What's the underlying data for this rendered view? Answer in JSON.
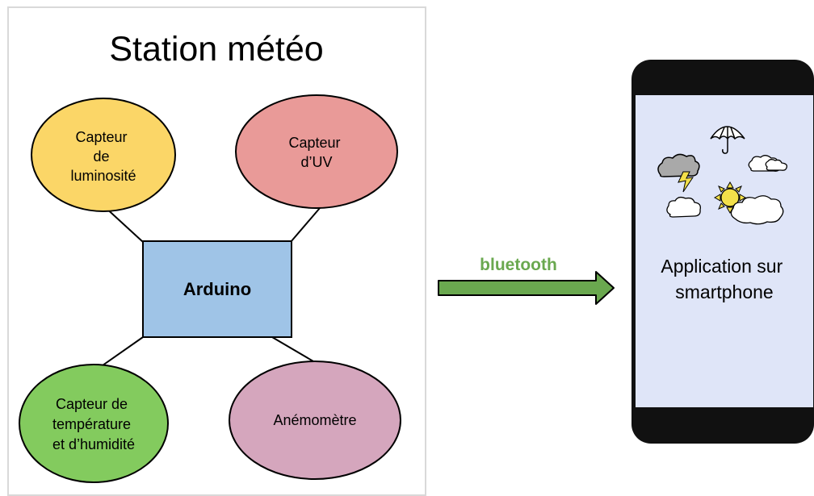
{
  "station": {
    "title": "Station météo",
    "hub": "Arduino",
    "sensors": [
      {
        "lines": [
          "Capteur",
          "de",
          "luminosité"
        ],
        "color": "#fbd667"
      },
      {
        "lines": [
          "Capteur",
          "d’UV"
        ],
        "color": "#e99a98"
      },
      {
        "lines": [
          "Capteur de",
          "température",
          "et d’humidité"
        ],
        "color": "#83cb5e"
      },
      {
        "lines": [
          "Anémomètre"
        ],
        "color": "#d5a6bd"
      }
    ],
    "hub_color": "#9fc4e7"
  },
  "link": {
    "label": "bluetooth",
    "color": "#6aa84f"
  },
  "phone": {
    "lines": [
      "Application sur",
      "smartphone"
    ],
    "screen_color": "#dfe5f8",
    "body_color": "#111111",
    "icons": [
      "umbrella-icon",
      "storm-cloud-icon",
      "cloud-icon",
      "sun-cloud-icon",
      "small-cloud-icon"
    ]
  }
}
